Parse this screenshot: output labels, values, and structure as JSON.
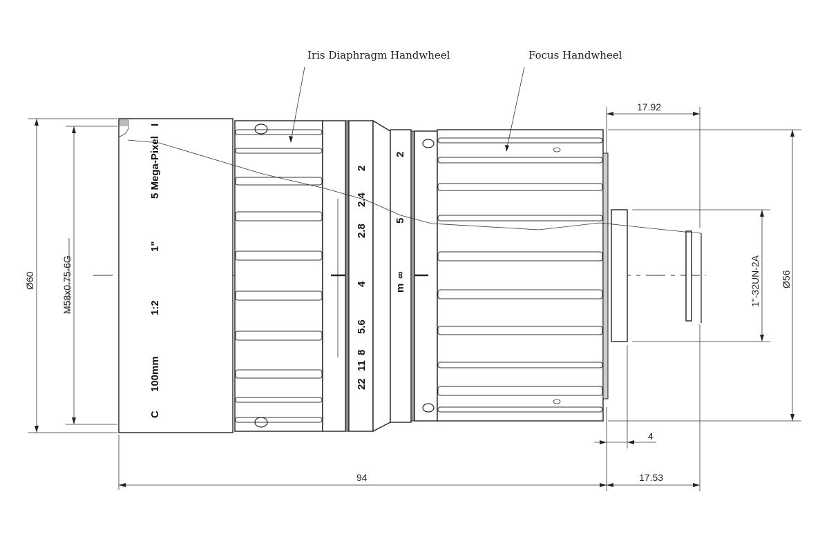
{
  "callouts": {
    "iris": "Iris Diaphragm Handwheel",
    "focus": "Focus Handwheel"
  },
  "dimensions": {
    "outer_diameter": "Ø60",
    "front_thread": "M58x0.75-6G",
    "flange_back": "17.92",
    "rear_diameter": "Ø56",
    "mount_thread": "1\"-32UN-2A",
    "mount_depth": "4",
    "length": "94",
    "back_focus": "17.53"
  },
  "barrel_markings": {
    "mount": "C",
    "focal_length": "100mm",
    "aperture": "1:2",
    "format": "1\"",
    "resolution": "5 Mega-Pixel",
    "index": "I"
  },
  "aperture_scale": [
    "2",
    "2.4",
    "2.8",
    "4",
    "5.6",
    "8",
    "11",
    "22"
  ],
  "focus_scale": [
    "2",
    "5",
    "∞",
    "m"
  ]
}
